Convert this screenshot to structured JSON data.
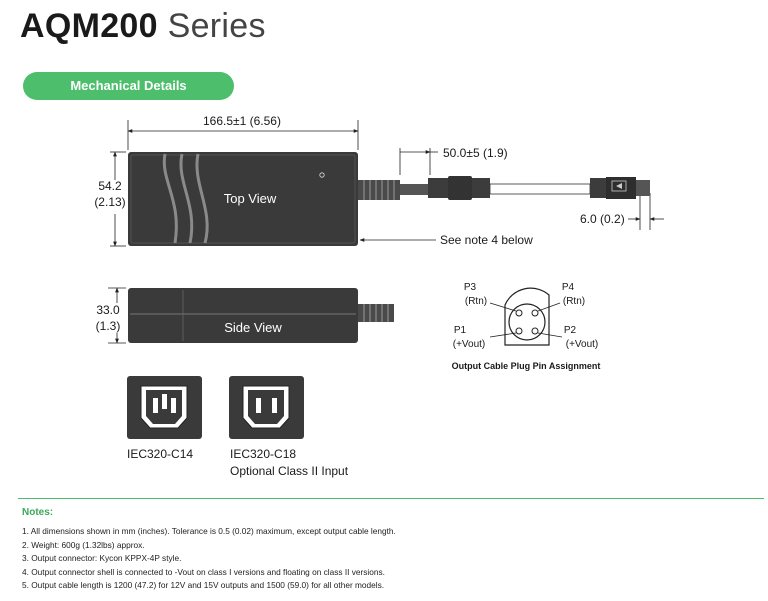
{
  "header": {
    "model": "AQM200",
    "series": "Series"
  },
  "section_pill": "Mechanical Details",
  "top_view": {
    "length_dim": "166.5±1 (6.56)",
    "width_mm": "54.2",
    "width_in": "(2.13)",
    "label": "Top View",
    "relief_dim": "50.0±5 (1.9)",
    "plug_dim": "6.0 (0.2)",
    "cable_note": "See note 4 below"
  },
  "side_view": {
    "height_mm": "33.0",
    "height_in": "(1.3)",
    "label": "Side View"
  },
  "plug": {
    "pin3": "P3",
    "pin3_fn": "(Rtn)",
    "pin4": "P4",
    "pin4_fn": "(Rtn)",
    "pin1": "P1",
    "pin1_fn": "(+Vout)",
    "pin2": "P2",
    "pin2_fn": "(+Vout)",
    "caption": "Output Cable Plug Pin Assignment"
  },
  "inlets": {
    "c14": "IEC320-C14",
    "c18": "IEC320-C18",
    "c18_note": "Optional Class II Input"
  },
  "notes": {
    "heading": "Notes:",
    "items": [
      "1. All dimensions shown in mm (inches). Tolerance is 0.5 (0.02) maximum, except output cable length.",
      "2. Weight: 600g (1.32lbs) approx.",
      "3. Output connector: Kycon KPPX-4P style.",
      "4. Output connector shell is connected to -Vout on class I versions and floating on class II versions.",
      "5. Output cable length is 1200 (47.2) for 12V and 15V outputs and 1500 (59.0) for all other models."
    ]
  },
  "colors": {
    "accent": "#4cbe6c",
    "body": "#2b2b2b"
  }
}
